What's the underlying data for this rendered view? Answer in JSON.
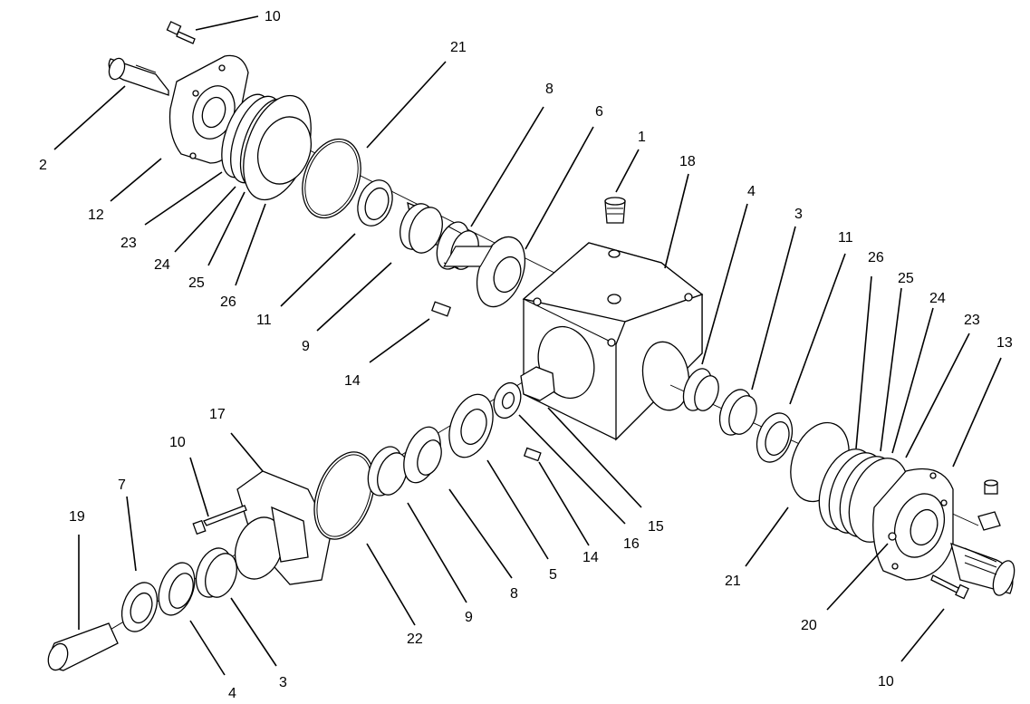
{
  "callouts": [
    {
      "text": "10"
    },
    {
      "text": "2"
    },
    {
      "text": "12"
    },
    {
      "text": "21"
    },
    {
      "text": "23"
    },
    {
      "text": "24"
    },
    {
      "text": "25"
    },
    {
      "text": "26"
    },
    {
      "text": "11"
    },
    {
      "text": "9"
    },
    {
      "text": "8"
    },
    {
      "text": "6"
    },
    {
      "text": "14"
    },
    {
      "text": "1"
    },
    {
      "text": "18"
    },
    {
      "text": "4"
    },
    {
      "text": "3"
    },
    {
      "text": "11"
    },
    {
      "text": "26"
    },
    {
      "text": "25"
    },
    {
      "text": "24"
    },
    {
      "text": "23"
    },
    {
      "text": "13"
    },
    {
      "text": "21"
    },
    {
      "text": "20"
    },
    {
      "text": "10"
    },
    {
      "text": "17"
    },
    {
      "text": "10"
    },
    {
      "text": "7"
    },
    {
      "text": "19"
    },
    {
      "text": "4"
    },
    {
      "text": "3"
    },
    {
      "text": "22"
    },
    {
      "text": "9"
    },
    {
      "text": "8"
    },
    {
      "text": "5"
    },
    {
      "text": "14"
    },
    {
      "text": "16"
    },
    {
      "text": "15"
    }
  ]
}
